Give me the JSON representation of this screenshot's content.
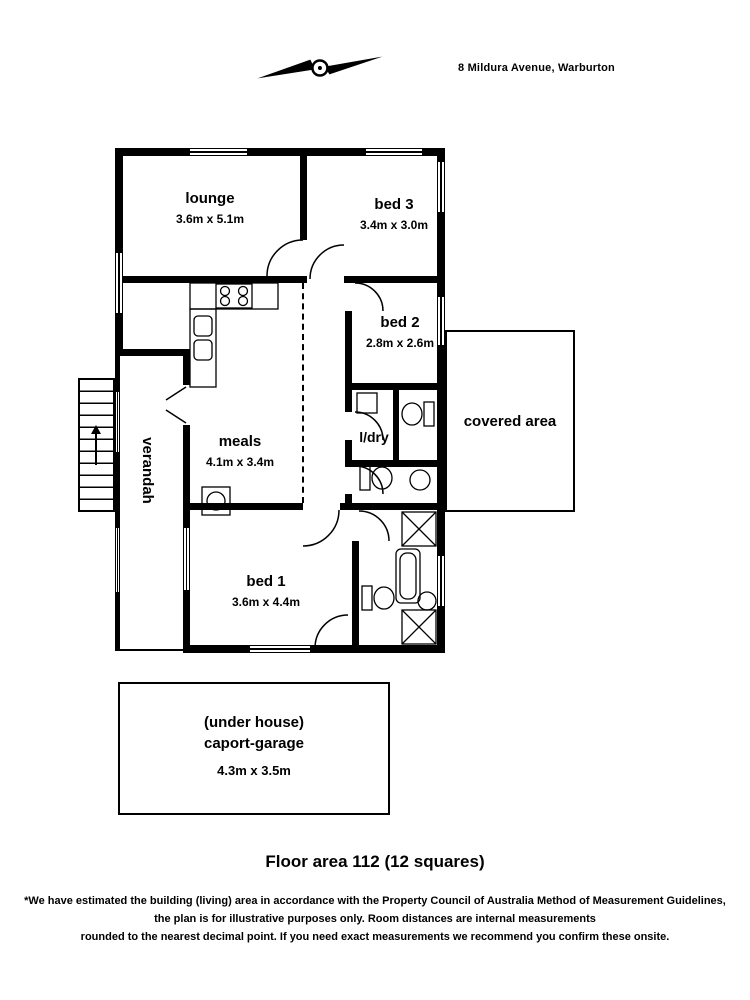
{
  "header": {
    "address": "8 Mildura Avenue, Warburton"
  },
  "plan": {
    "rooms": {
      "lounge": {
        "label": "lounge",
        "dims": "3.6m x 5.1m"
      },
      "bed3": {
        "label": "bed 3",
        "dims": "3.4m x 3.0m"
      },
      "bed2": {
        "label": "bed 2",
        "dims": "2.8m x 2.6m"
      },
      "meals": {
        "label": "meals",
        "dims": "4.1m x 3.4m"
      },
      "laundry": {
        "label": "l/dry"
      },
      "covered_area": {
        "label": "covered area"
      },
      "verandah": {
        "label": "verandah"
      },
      "bed1": {
        "label": "bed 1",
        "dims": "3.6m x 4.4m"
      },
      "carport": {
        "line1": "(under house)",
        "line2": "caport-garage",
        "dims": "4.3m x 3.5m"
      }
    },
    "icons": {
      "compass": "compass-north-arrow",
      "stairs_arrow": "up-arrow"
    }
  },
  "footer": {
    "floor_area": "Floor area 112 (12 squares)",
    "disclaimer": [
      "*We have estimated the building (living) area in accordance with the Property Council of Australia Method of Measurement Guidelines,",
      "the plan is for illustrative purposes only. Room distances are internal measurements",
      "rounded to the nearest decimal point. If you need exact measurements we recommend you confirm these onsite."
    ]
  },
  "colors": {
    "wall": "#000000",
    "background": "#ffffff",
    "text": "#000000"
  }
}
